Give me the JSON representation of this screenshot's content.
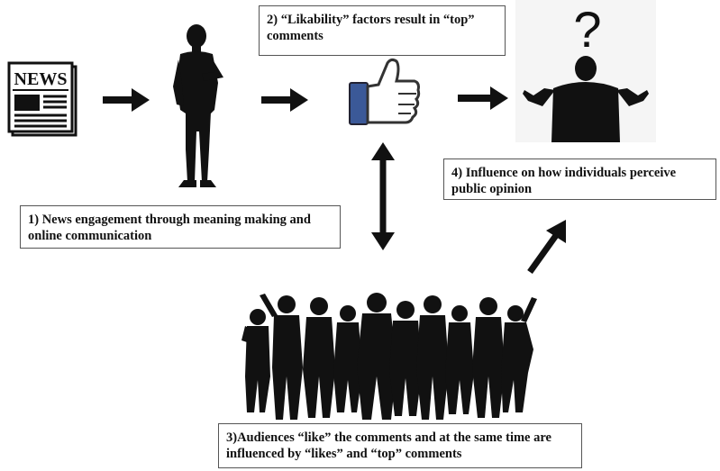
{
  "steps": {
    "step1": "1) News engagement through meaning making and online communication",
    "step2": "2) “Likability” factors result in “top” comments",
    "step3": "3)Audiences “like” the comments and at the same time are influenced by “likes” and “top” comments",
    "step4": "4) Influence on how individuals perceive public opinion"
  },
  "newspaper": {
    "masthead": "NEWS"
  },
  "figures": {
    "question_mark": "?"
  },
  "colors": {
    "silhouette": "#111111",
    "thumb_cuff": "#3b5998",
    "thumb_hand": "#ffffff",
    "arrow": "#111111"
  },
  "icons": [
    "newspaper-icon",
    "person-silhouette-icon",
    "thumbs-up-icon",
    "shrugging-person-icon",
    "crowd-silhouette-icon"
  ]
}
